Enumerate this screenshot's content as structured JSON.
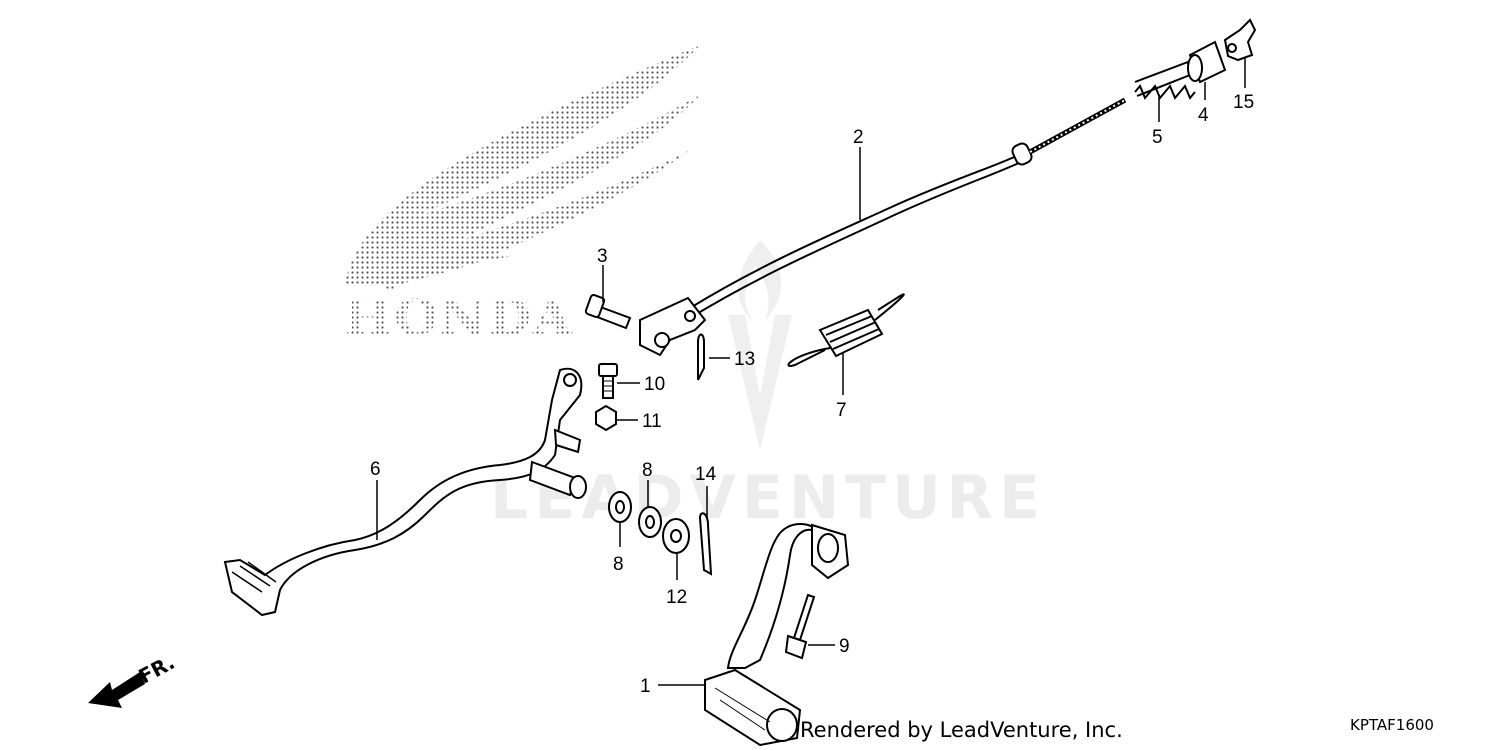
{
  "watermark": {
    "brand": "HONDA",
    "text": "LEADVENTURE"
  },
  "direction": {
    "label": "FR."
  },
  "callouts": [
    {
      "id": "1",
      "label": "1"
    },
    {
      "id": "2",
      "label": "2"
    },
    {
      "id": "3",
      "label": "3"
    },
    {
      "id": "4",
      "label": "4"
    },
    {
      "id": "5",
      "label": "5"
    },
    {
      "id": "6",
      "label": "6"
    },
    {
      "id": "7",
      "label": "7"
    },
    {
      "id": "8a",
      "label": "8"
    },
    {
      "id": "8b",
      "label": "8"
    },
    {
      "id": "9",
      "label": "9"
    },
    {
      "id": "10",
      "label": "10"
    },
    {
      "id": "11",
      "label": "11"
    },
    {
      "id": "12",
      "label": "12"
    },
    {
      "id": "13",
      "label": "13"
    },
    {
      "id": "14",
      "label": "14"
    },
    {
      "id": "15",
      "label": "15"
    }
  ],
  "footer": {
    "rendered_by": "Rendered by LeadVenture, Inc.",
    "diagram_code": "KPTAF1600"
  },
  "colors": {
    "line": "#000000",
    "watermark": "#ececec",
    "dots": "#555555"
  }
}
